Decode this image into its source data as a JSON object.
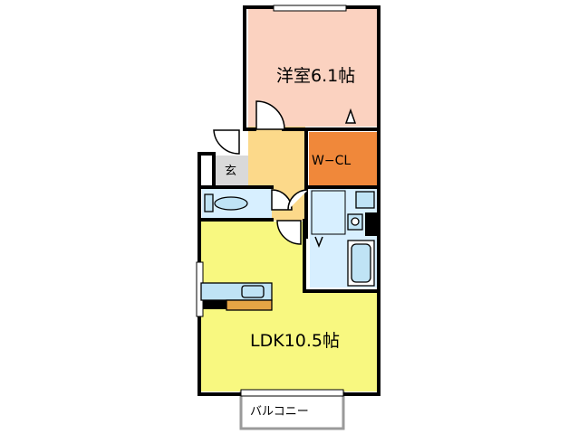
{
  "rooms": {
    "western_room": {
      "label": "洋室6.1帖",
      "color": "#fbd2c0"
    },
    "walk_in_closet": {
      "label": "W−CL",
      "color": "#f0883a"
    },
    "entrance": {
      "label": "玄",
      "color": "#d9d9d9"
    },
    "hallway": {
      "color": "#fcd98a"
    },
    "ldk": {
      "label": "LDK10.5帖",
      "color": "#f8f880"
    },
    "toilet": {
      "color": "#d7efff"
    },
    "washroom": {
      "color": "#d7efff"
    },
    "bathroom": {
      "color": "#d7efff"
    },
    "balcony": {
      "label": "バルコニー",
      "color": "#ffffff"
    }
  },
  "colors": {
    "wall": "#000000",
    "fixture": "#bfe3f5",
    "counter": "#e6a545"
  }
}
